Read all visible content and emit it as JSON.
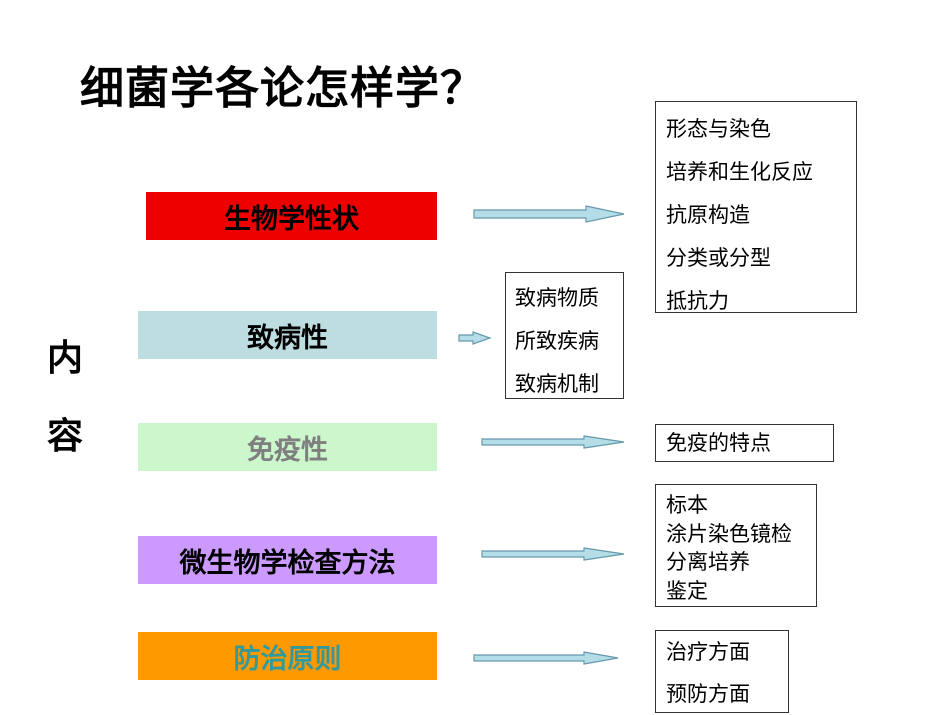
{
  "title": "细菌学各论怎样学？",
  "side_label": [
    "内",
    "容"
  ],
  "topics": [
    {
      "label": "生物学性状",
      "bg": "#EE0000",
      "color": "#000000"
    },
    {
      "label": "致病性",
      "bg": "#BEDDE0",
      "color": "#000000"
    },
    {
      "label": "免疫性",
      "bg": "#CCF7CC",
      "color": "#7F7F7F"
    },
    {
      "label": "微生物学检查方法",
      "bg": "#CC99FF",
      "color": "#000000"
    },
    {
      "label": "防治原则",
      "bg": "#FF9900",
      "color": "#339999"
    }
  ],
  "details": [
    {
      "items": [
        "形态与染色",
        "培养和生化反应",
        "抗原构造",
        "分类或分型",
        "抵抗力"
      ]
    },
    {
      "items": [
        "致病物质",
        "所致疾病",
        "致病机制"
      ]
    },
    {
      "items": [
        "免疫的特点"
      ]
    },
    {
      "items": [
        "标本",
        "涂片染色镜检",
        "分离培养",
        "鉴定"
      ]
    },
    {
      "items": [
        "治疗方面",
        "预防方面"
      ]
    }
  ],
  "colors": {
    "arrow_stroke": "#6699AA",
    "arrow_fill": "#B5DDE8"
  }
}
